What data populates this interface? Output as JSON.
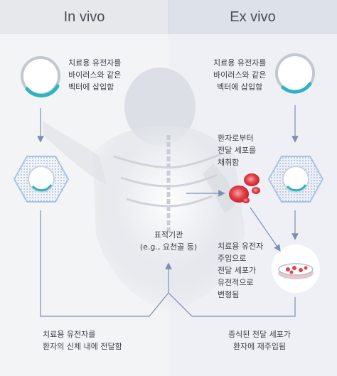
{
  "headers": {
    "left": "In vivo",
    "right": "Ex vivo"
  },
  "invivo": {
    "step1": [
      "치료용 유전자를",
      "바이러스와 같은",
      "벡터에 삽입함"
    ],
    "bottom": [
      "치료용 유전자를",
      "환자의 신체 내에 전달함"
    ]
  },
  "exvivo": {
    "step1": [
      "치료용 유전자를",
      "바이러스와 같은",
      "벡터에 삽입함"
    ],
    "harvest": [
      "환자로부터",
      "전달 세포를",
      "채취함"
    ],
    "transfer": [
      "치료용 유전자",
      "주입으로",
      "전달 세포가",
      "유전적으로",
      "변형됨"
    ],
    "bottom": [
      "증식된 전달 세포가",
      "환자에 재주입됨"
    ]
  },
  "target": [
    "표적기관",
    "(e.g., 요천골 등)"
  ],
  "colors": {
    "accent": "#2fb3c0",
    "arrow": "#7b8fb0",
    "cell": "#e0444c",
    "hex": "#a9c3e6"
  }
}
